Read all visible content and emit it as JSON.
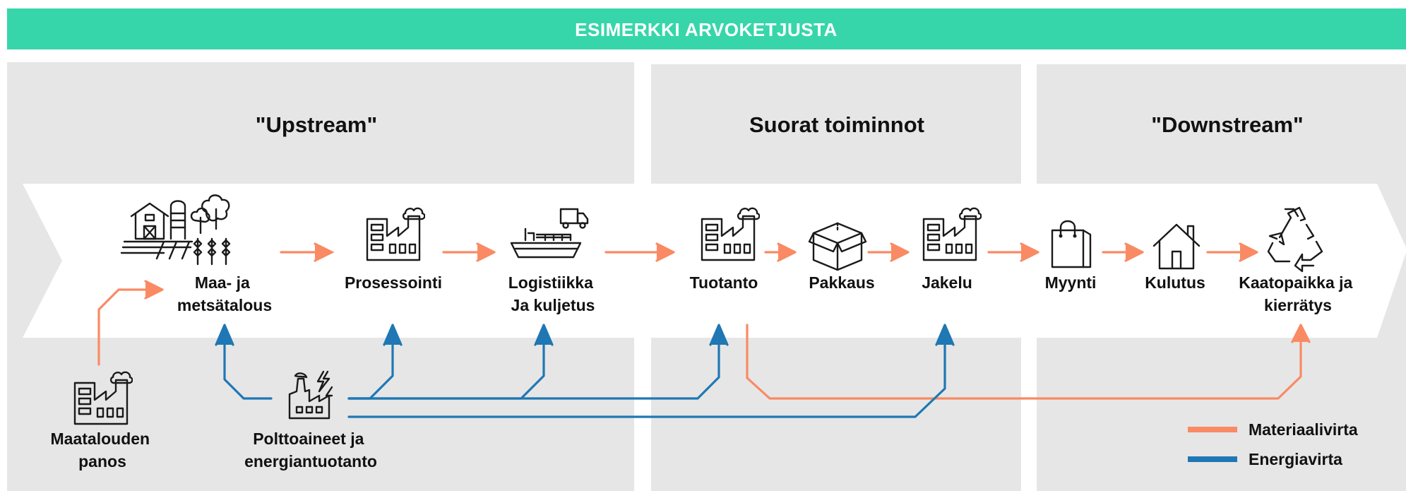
{
  "banner": {
    "title": "ESIMERKKI ARVOKETJUSTA",
    "color": "#36d6aa"
  },
  "sections": {
    "upstream": "\"Upstream\"",
    "direct": "Suorat toiminnot",
    "downstream": "\"Downstream\""
  },
  "steps": {
    "agri_forestry": [
      "Maa- ja",
      "metsätalous"
    ],
    "processing": [
      "Prosessointi"
    ],
    "logistics": [
      "Logistiikka",
      "Ja kuljetus"
    ],
    "production": [
      "Tuotanto"
    ],
    "packaging": [
      "Pakkaus"
    ],
    "distribution": [
      "Jakelu"
    ],
    "sales": [
      "Myynti"
    ],
    "consumption": [
      "Kulutus"
    ],
    "landfill_recycling": [
      "Kaatopaikka ja",
      "kierrätys"
    ]
  },
  "inputs": {
    "agri_inputs": [
      "Maatalouden",
      "panos"
    ],
    "fuels_energy": [
      "Polttoaineet ja",
      "energiantuotanto"
    ]
  },
  "legend": {
    "material": {
      "label": "Materiaalivirta",
      "color": "#f98a63"
    },
    "energy": {
      "label": "Energiavirta",
      "color": "#1f77b4"
    }
  },
  "colors": {
    "panel": "#e6e6e6",
    "band": "#ffffff"
  },
  "icons": [
    "farm-icon",
    "factory-icon",
    "ship-truck-icon",
    "box-icon",
    "shopping-bag-icon",
    "house-icon",
    "recycle-icon",
    "power-plant-icon"
  ]
}
